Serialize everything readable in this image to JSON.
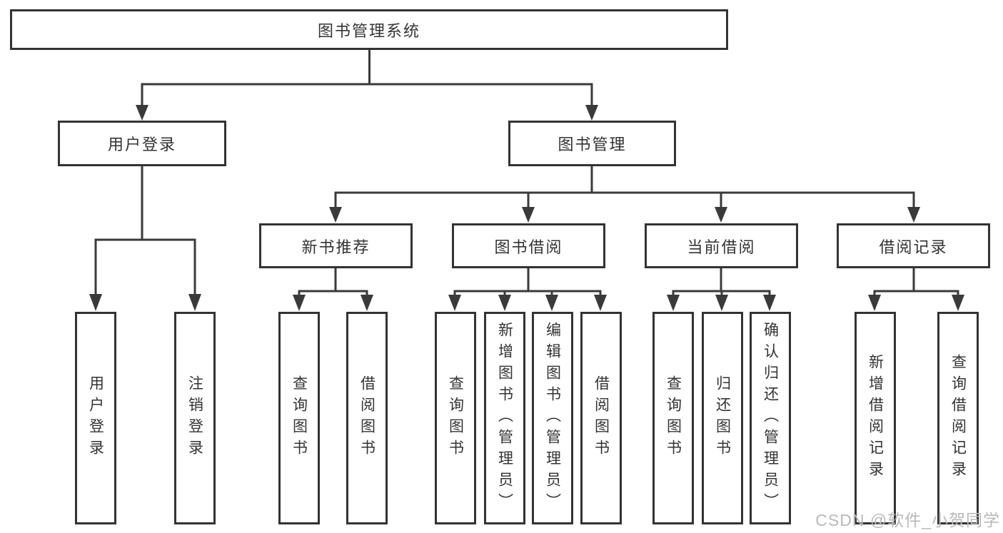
{
  "colors": {
    "line": "#3a3a3a",
    "box_border": "#333333",
    "box_bg": "#ffffff",
    "text": "#333333",
    "watermark": "#b9b9b9",
    "background": "#ffffff"
  },
  "watermark": {
    "text": "CSDN @软件_小贺同学"
  },
  "tree": {
    "root": {
      "label": "图书管理系统"
    },
    "level2": [
      {
        "label": "用户登录"
      },
      {
        "label": "图书管理"
      }
    ],
    "level3": [
      {
        "label": "新书推荐"
      },
      {
        "label": "图书借阅"
      },
      {
        "label": "当前借阅"
      },
      {
        "label": "借阅记录"
      }
    ],
    "leaves": {
      "user_login": [
        "用户登录",
        "注销登录"
      ],
      "new_book_recommend": [
        "查询图书",
        "借阅图书"
      ],
      "book_borrow": [
        "查询图书",
        "新增图书（管理员）",
        "编辑图书（管理员）",
        "借阅图书"
      ],
      "current_borrow": [
        "查询图书",
        "归还图书",
        "确认归还（管理员）"
      ],
      "borrow_records": [
        "新增借阅记录",
        "查询借阅记录"
      ]
    }
  }
}
